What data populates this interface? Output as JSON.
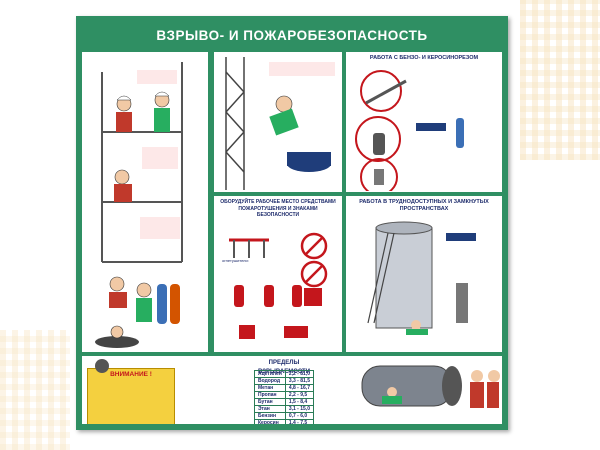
{
  "poster": {
    "title": "ВЗРЫВО- И ПОЖАРОБЕЗОПАСНОСТЬ"
  },
  "sections": {
    "torch_section": {
      "title": "РАБОТА С БЕНЗО- И КЕРОСИНОРЕЗОМ"
    },
    "fire_equipment": {
      "title": "ОБОРУДУЙТЕ РАБОЧЕЕ МЕСТО СРЕДСТВАМИ ПОЖАРОТУШЕНИЯ И ЗНАКАМИ БЕЗОПАСНОСТИ",
      "extinguishers_label": "огнетушители:"
    },
    "confined_spaces": {
      "title": "РАБОТА В ТРУДНОДОСТУПНЫХ И ЗАМКНУТЫХ ПРОСТРАНСТВАХ"
    },
    "explosion_limits": {
      "title": "ПРЕДЕЛЫ ВЗРЫВАЕМОСТИ",
      "gases": [
        {
          "name": "Ацетилен",
          "range": "2,2 - 81,0"
        },
        {
          "name": "Водород",
          "range": "3,3 - 81,5"
        },
        {
          "name": "Метан",
          "range": "4,8 - 16,7"
        },
        {
          "name": "Пропан",
          "range": "2,2 - 9,5"
        },
        {
          "name": "Бутан",
          "range": "1,5 - 8,4"
        },
        {
          "name": "Этан",
          "range": "3,1 - 15,0"
        },
        {
          "name": "Бензин",
          "range": "0,7 - 6,0"
        },
        {
          "name": "Керосин",
          "range": "1,4 - 7,5"
        }
      ],
      "attention_title": "ВНИМАНИЕ !"
    }
  },
  "colors": {
    "poster_green": "#2f8f63",
    "accent_red": "#c4161c",
    "text_blue": "#1d2b6b",
    "warning_yellow": "#f4d03f"
  }
}
